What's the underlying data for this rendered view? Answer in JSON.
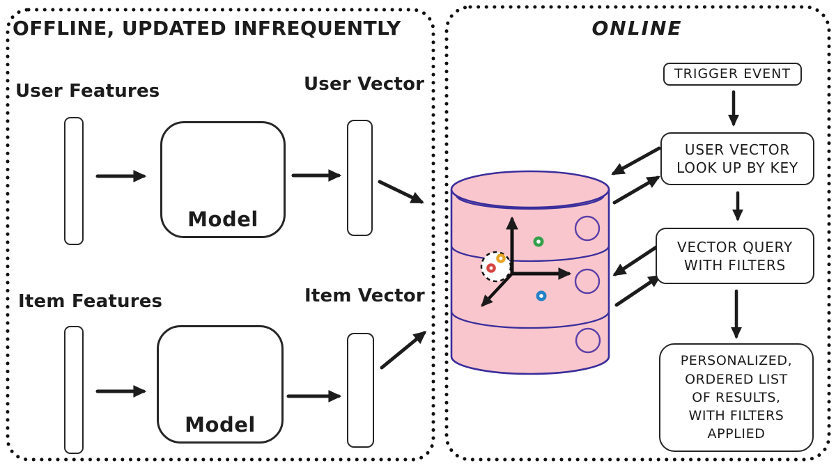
{
  "offline": {
    "title": "OFFLINE, UPDATED INFREQUENTLY",
    "user_row": {
      "features_label": "User Features",
      "model_label": "Model",
      "vector_label": "User Vector"
    },
    "item_row": {
      "features_label": "Item Features",
      "model_label": "Model",
      "vector_label": "Item Vector"
    }
  },
  "online": {
    "title": "ONLINE",
    "trigger_box": "TRIGGER EVENT",
    "lookup_box": "USER VECTOR\nLOOK UP BY KEY",
    "query_box": "VECTOR QUERY\nWITH FILTERS",
    "results_box": "PERSONALIZED,\nORDERED LIST\nOF RESULTS,\nWITH FILTERS\nAPPLIED"
  },
  "icons": {
    "model": "neural-network-icon",
    "database": "vector-database-icon",
    "cluster": "dashed-cluster-circle"
  },
  "colors": {
    "ink": "#1c1c1c",
    "cylinder_fill": "#f8c6cc",
    "cylinder_stroke": "#3a2d9c",
    "circle_stroke": "#5b3fa8",
    "dot_green": "#34a04a",
    "dot_blue": "#2382c6",
    "dot_orange": "#e7a324",
    "dot_red": "#d64440"
  }
}
